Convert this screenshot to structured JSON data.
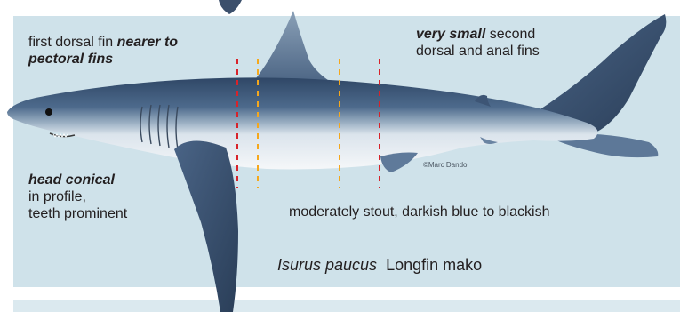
{
  "annotations": {
    "dorsal_position": {
      "line1_plain": "first dorsal fin ",
      "line1_emph": "nearer to",
      "line2_emph": "pectoral fins"
    },
    "small_fins": {
      "line1_emph": "very small",
      "line1_plain": " second",
      "line2_plain": "dorsal and anal fins"
    },
    "head": {
      "line1_emph": "head conical",
      "line2_plain": "in profile,",
      "line3_plain": "teeth prominent"
    },
    "body": "moderately stout, darkish blue to blackish"
  },
  "species": {
    "scientific_name": "Isurus paucus",
    "common_name": "Longfin mako"
  },
  "credit": "©Marc Dando",
  "colors": {
    "panel_background": "#cfe2ea",
    "shark_dorsal": "#3d5575",
    "shark_belly": "#eef2f6",
    "marker_red": "#d8232a",
    "marker_orange": "#f5a81c"
  }
}
